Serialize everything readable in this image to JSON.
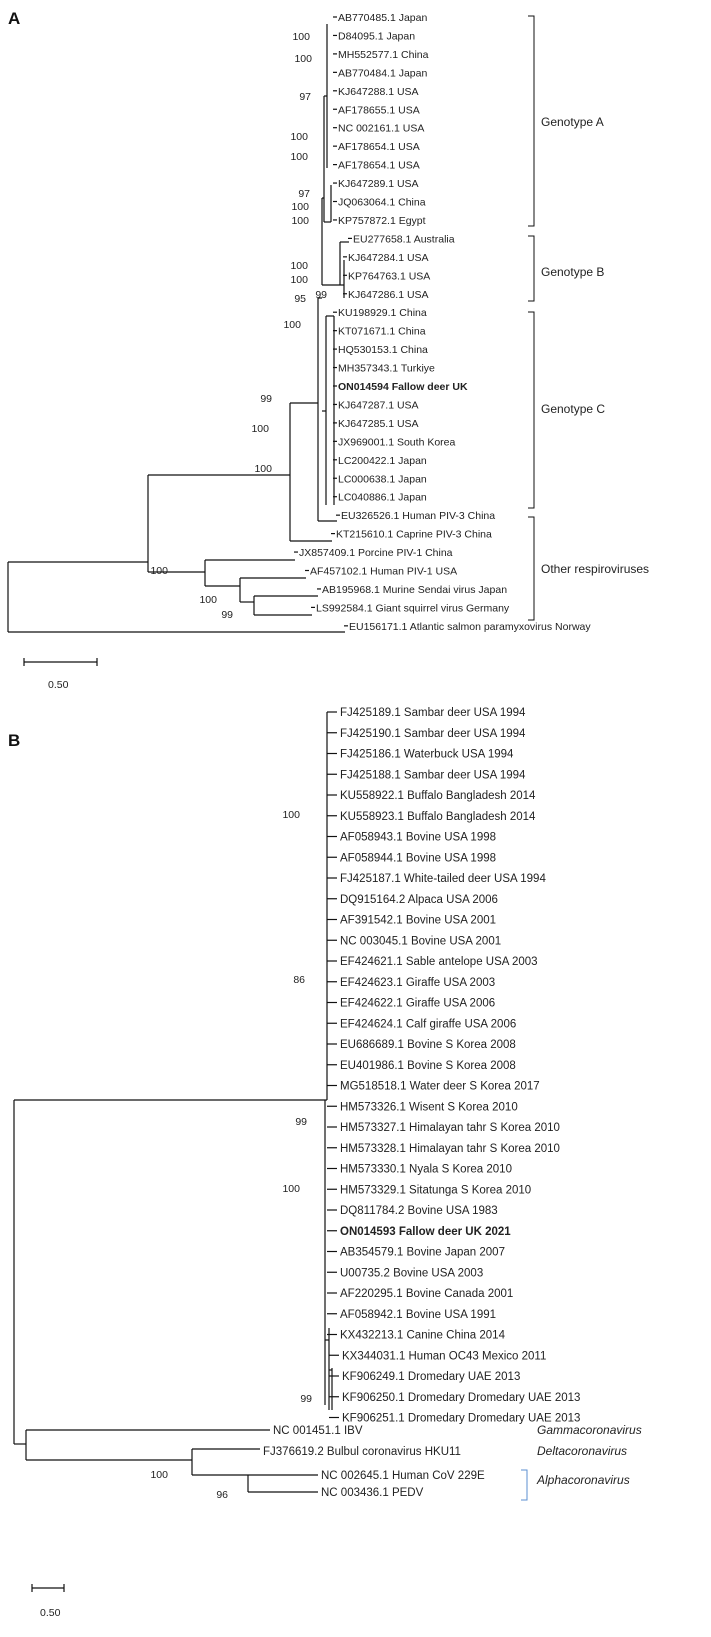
{
  "panelA": {
    "label": "A",
    "leaves": [
      {
        "text": "AB770485.1 Japan",
        "bold": false
      },
      {
        "text": "D84095.1 Japan",
        "bold": false
      },
      {
        "text": "MH552577.1 China",
        "bold": false
      },
      {
        "text": "AB770484.1 Japan",
        "bold": false
      },
      {
        "text": "KJ647288.1 USA",
        "bold": false
      },
      {
        "text": "AF178655.1 USA",
        "bold": false
      },
      {
        "text": "NC 002161.1 USA",
        "bold": false
      },
      {
        "text": "AF178654.1 USA",
        "bold": false
      },
      {
        "text": "AF178654.1 USA",
        "bold": false
      },
      {
        "text": "KJ647289.1 USA",
        "bold": false
      },
      {
        "text": "JQ063064.1 China",
        "bold": false
      },
      {
        "text": "KP757872.1 Egypt",
        "bold": false
      },
      {
        "text": "EU277658.1 Australia",
        "bold": false
      },
      {
        "text": "KJ647284.1 USA",
        "bold": false
      },
      {
        "text": "KP764763.1 USA",
        "bold": false
      },
      {
        "text": "KJ647286.1 USA",
        "bold": false
      },
      {
        "text": "KU198929.1 China",
        "bold": false
      },
      {
        "text": "KT071671.1 China",
        "bold": false
      },
      {
        "text": "HQ530153.1 China",
        "bold": false
      },
      {
        "text": "MH357343.1 Turkiye",
        "bold": false
      },
      {
        "text": "ON014594 Fallow deer UK",
        "bold": true
      },
      {
        "text": "KJ647287.1 USA",
        "bold": false
      },
      {
        "text": "KJ647285.1 USA",
        "bold": false
      },
      {
        "text": "JX969001.1 South Korea",
        "bold": false
      },
      {
        "text": "LC200422.1 Japan",
        "bold": false
      },
      {
        "text": "LC000638.1 Japan",
        "bold": false
      },
      {
        "text": "LC040886.1 Japan",
        "bold": false
      },
      {
        "text": "EU326526.1 Human PIV-3 China",
        "bold": false
      },
      {
        "text": "KT215610.1 Caprine PIV-3 China",
        "bold": false
      },
      {
        "text": "JX857409.1 Porcine PIV-1 China",
        "bold": false
      },
      {
        "text": "AF457102.1 Human PIV-1 USA",
        "bold": false
      },
      {
        "text": "AB195968.1 Murine Sendai virus Japan",
        "bold": false
      },
      {
        "text": "LS992584.1 Giant squirrel virus Germany",
        "bold": false
      },
      {
        "text": "EU156171.1 Atlantic salmon paramyxovirus Norway",
        "bold": false
      }
    ],
    "groups": [
      {
        "text": "Genotype A",
        "italic": false
      },
      {
        "text": "Genotype B",
        "italic": false
      },
      {
        "text": "Genotype C",
        "italic": false
      },
      {
        "text": "Other respiroviruses",
        "italic": false
      }
    ],
    "bootstraps": [
      "100",
      "100",
      "97",
      "100",
      "100",
      "97",
      "100",
      "100",
      "100",
      "100",
      "99",
      "95",
      "100",
      "99",
      "100",
      "100",
      "100",
      "100",
      "99"
    ],
    "scale_label": "0.50"
  },
  "panelB": {
    "label": "B",
    "leaves": [
      {
        "text": "FJ425189.1  Sambar deer USA 1994",
        "bold": false
      },
      {
        "text": "FJ425190.1  Sambar deer USA 1994",
        "bold": false
      },
      {
        "text": "FJ425186.1  Waterbuck USA 1994",
        "bold": false
      },
      {
        "text": "FJ425188.1  Sambar deer USA 1994",
        "bold": false
      },
      {
        "text": "KU558922.1  Buffalo Bangladesh 2014",
        "bold": false
      },
      {
        "text": "KU558923.1  Buffalo Bangladesh 2014",
        "bold": false
      },
      {
        "text": "AF058943.1  Bovine USA 1998",
        "bold": false
      },
      {
        "text": "AF058944.1  Bovine USA 1998",
        "bold": false
      },
      {
        "text": "FJ425187.1  White-tailed deer USA 1994",
        "bold": false
      },
      {
        "text": "DQ915164.2  Alpaca USA 2006",
        "bold": false
      },
      {
        "text": "AF391542.1  Bovine USA 2001",
        "bold": false
      },
      {
        "text": "NC 003045.1  Bovine USA 2001",
        "bold": false
      },
      {
        "text": "EF424621.1  Sable antelope USA 2003",
        "bold": false
      },
      {
        "text": "EF424623.1  Giraffe USA 2003",
        "bold": false
      },
      {
        "text": "EF424622.1  Giraffe USA 2006",
        "bold": false
      },
      {
        "text": "EF424624.1  Calf giraffe USA 2006",
        "bold": false
      },
      {
        "text": "EU686689.1  Bovine S Korea 2008",
        "bold": false
      },
      {
        "text": "EU401986.1  Bovine S Korea 2008",
        "bold": false
      },
      {
        "text": "MG518518.1  Water deer S Korea 2017",
        "bold": false
      },
      {
        "text": "HM573326.1  Wisent S Korea 2010",
        "bold": false
      },
      {
        "text": "HM573327.1  Himalayan tahr S Korea 2010",
        "bold": false
      },
      {
        "text": "HM573328.1  Himalayan tahr S Korea 2010",
        "bold": false
      },
      {
        "text": "HM573330.1  Nyala S Korea 2010",
        "bold": false
      },
      {
        "text": "HM573329.1  Sitatunga S Korea 2010",
        "bold": false
      },
      {
        "text": "DQ811784.2  Bovine USA 1983",
        "bold": false
      },
      {
        "text": "ON014593  Fallow deer UK 2021",
        "bold": true
      },
      {
        "text": "AB354579.1  Bovine Japan 2007",
        "bold": false
      },
      {
        "text": "U00735.2  Bovine USA 2003",
        "bold": false
      },
      {
        "text": "AF220295.1  Bovine Canada 2001",
        "bold": false
      },
      {
        "text": "AF058942.1  Bovine USA 1991",
        "bold": false
      },
      {
        "text": "KX432213.1  Canine China 2014",
        "bold": false
      },
      {
        "text": "KX344031.1  Human  OC43  Mexico 2011",
        "bold": false
      },
      {
        "text": "KF906249.1  Dromedary UAE 2013",
        "bold": false
      },
      {
        "text": "KF906250.1  Dromedary Dromedary UAE 2013",
        "bold": false
      },
      {
        "text": "KF906251.1  Dromedary Dromedary UAE 2013",
        "bold": false
      },
      {
        "text": "NC 001451.1  IBV",
        "bold": false
      },
      {
        "text": "FJ376619.2  Bulbul coronavirus HKU11",
        "bold": false
      },
      {
        "text": "NC 002645.1  Human CoV 229E",
        "bold": false
      },
      {
        "text": "NC 003436.1  PEDV",
        "bold": false
      }
    ],
    "groups": [
      {
        "text": "Gammacoronavirus",
        "italic": true
      },
      {
        "text": "Deltacoronavirus",
        "italic": true
      },
      {
        "text": "Alphacoronavirus",
        "italic": true
      }
    ],
    "bootstraps": [
      "100",
      "86",
      "99",
      "100",
      "99",
      "100",
      "96"
    ],
    "scale_label": "0.50"
  }
}
